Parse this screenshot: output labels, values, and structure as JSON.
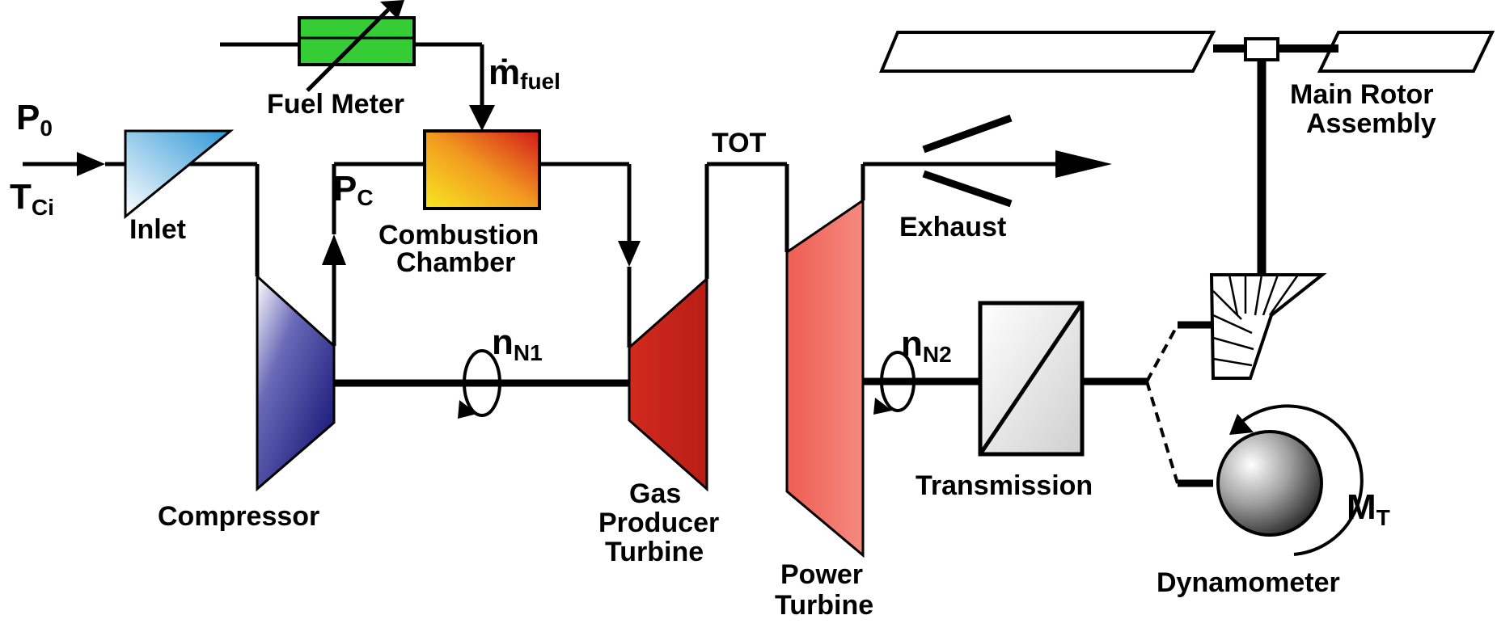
{
  "labels": {
    "fuel_meter": "Fuel Meter",
    "fuel_flow_symbol": "ṁ",
    "fuel_flow_sub": "fuel",
    "p0_symbol": "P",
    "p0_sub": "0",
    "tci_symbol": "T",
    "tci_sub": "Ci",
    "inlet": "Inlet",
    "pc_symbol": "P",
    "pc_sub": "C",
    "combustion_line1": "Combustion",
    "combustion_line2": "Chamber",
    "tot": "TOT",
    "exhaust": "Exhaust",
    "main_rotor_line1": "Main Rotor",
    "main_rotor_line2": "Assembly",
    "compressor": "Compressor",
    "nn1_symbol": "n",
    "nn1_sub": "N1",
    "gas_producer_line1": "Gas",
    "gas_producer_line2": "Producer",
    "gas_producer_line3": "Turbine",
    "power_turbine_line1": "Power",
    "power_turbine_line2": "Turbine",
    "nn2_symbol": "n",
    "nn2_sub": "N2",
    "transmission": "Transmission",
    "mt_symbol": "M",
    "mt_sub": "T",
    "dynamometer": "Dynamometer"
  },
  "colors": {
    "fuel_meter": "#33cc33",
    "inlet": "#3aa0d8",
    "compressor": "#1a1a80",
    "combustion_start": "#f5e020",
    "combustion_end": "#d42020",
    "gas_producer_turbine": "#cc2a1e",
    "power_turbine": "#f06a60",
    "transmission": "#e6e6e6",
    "dynamometer": "#6e6e6e"
  }
}
